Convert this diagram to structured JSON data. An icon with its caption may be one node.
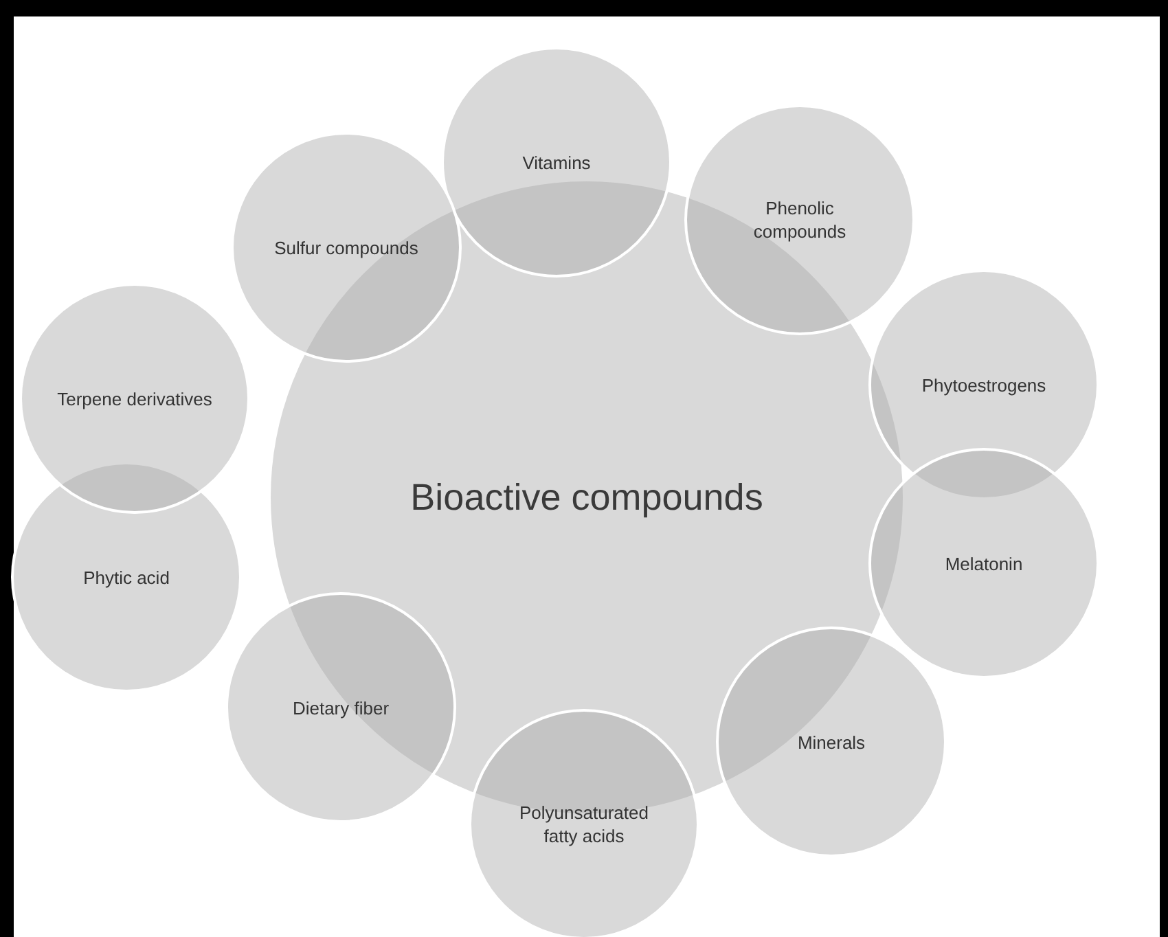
{
  "diagram": {
    "nodes": [
      {
        "text": [
          "Bioactive compounds"
        ]
      },
      {
        "text": [
          "Vitamins"
        ]
      },
      {
        "text": [
          "Phenolic compounds"
        ]
      },
      {
        "text": [
          "Phytoestrogens"
        ]
      },
      {
        "text": [
          "Melatonin"
        ]
      },
      {
        "text": [
          "Minerals"
        ]
      },
      {
        "text": [
          "Polyunsaturated fatty acids"
        ]
      },
      {
        "text": [
          "Dietary fiber"
        ]
      },
      {
        "text": [
          "Phytic acid"
        ]
      },
      {
        "text": [
          "Terpene derivatives"
        ]
      },
      {
        "text": [
          "Sulfur compounds"
        ]
      }
    ]
  }
}
